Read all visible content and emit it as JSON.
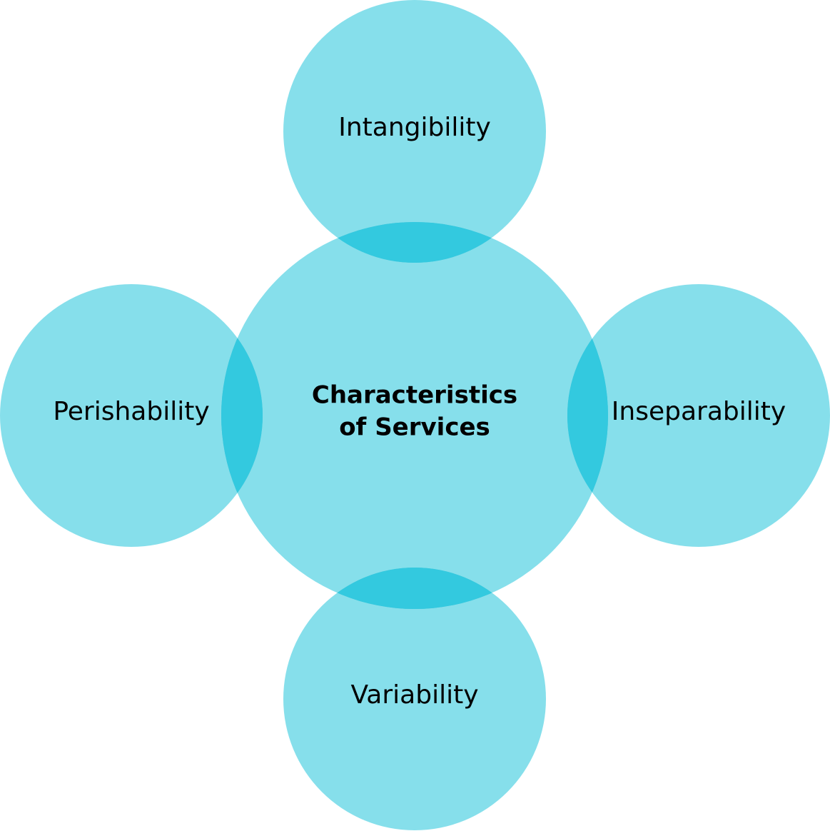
{
  "diagram": {
    "center_label_line1": "Characteristics",
    "center_label_line2": "of Services",
    "top_label": "Intangibility",
    "right_label": "Inseparability",
    "bottom_label": "Variability",
    "left_label": "Perishability"
  },
  "colors": {
    "circle_fill": "#86dfeb",
    "overlap_fill": "#33c9df",
    "text": "#000000",
    "background": "#ffffff"
  }
}
